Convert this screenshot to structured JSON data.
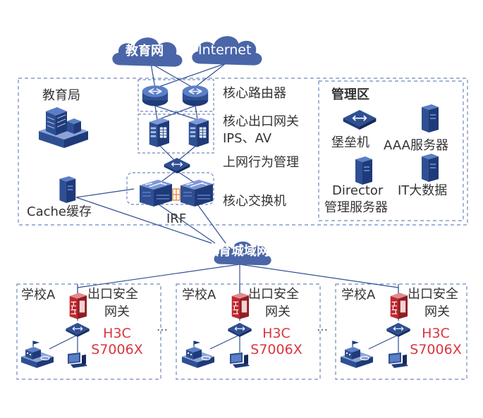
{
  "colors": {
    "device_blue": "#2f4f93",
    "device_light": "#5b7fc7",
    "cloud": "#4a66a8",
    "dashed_border": "#6f86c0",
    "firewall_red": "#c0282f",
    "model_text": "#d9363e",
    "text": "#333333"
  },
  "clouds": {
    "edu_net": "教育网",
    "internet": "Internet",
    "metro": "教育城域网"
  },
  "bureau": {
    "title": "教育局",
    "core_router": "核心路由器",
    "core_gateway_line1": "核心出口网关",
    "core_gateway_line2": "IPS、AV",
    "behavior_mgmt": "上网行为管理",
    "core_switch": "核心交换机",
    "irf": "IRF",
    "cache": "Cache缓存"
  },
  "mgmt_zone": {
    "title": "管理区",
    "bastion": "堡垒机",
    "aaa": "AAA服务器",
    "director_line1": "Director",
    "director_line2": "管理服务器",
    "it_bigdata": "IT大数据"
  },
  "schools": [
    {
      "name": "学校A",
      "gateway_line1": "出口安全",
      "gateway_line2": "网关",
      "model_line1": "H3C",
      "model_line2": "S7006X"
    },
    {
      "name": "学校A",
      "gateway_line1": "出口安全",
      "gateway_line2": "网关",
      "model_line1": "H3C",
      "model_line2": "S7006X"
    },
    {
      "name": "学校A",
      "gateway_line1": "出口安全",
      "gateway_line2": "网关",
      "model_line1": "H3C",
      "model_line2": "S7006X"
    }
  ],
  "ellipsis": "…",
  "icons": [
    "cloud-icon",
    "router-icon",
    "firewall-server-icon",
    "behavior-mgmt-icon",
    "core-switch-icon",
    "server-tower-icon",
    "data-center-icon",
    "school-building-icon",
    "desktop-pc-icon",
    "red-firewall-icon",
    "access-switch-icon"
  ]
}
